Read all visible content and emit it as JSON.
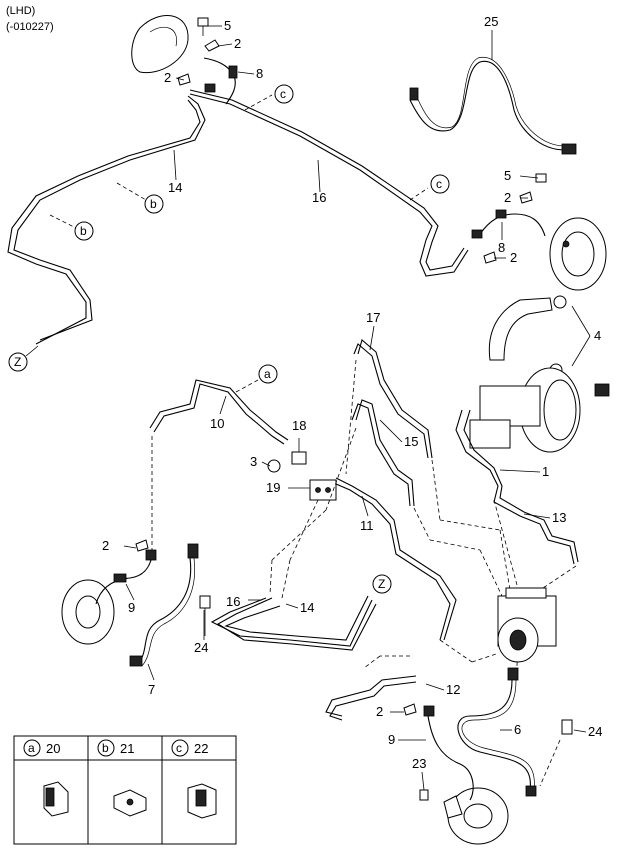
{
  "header": {
    "line1": "(LHD)",
    "line2": "(-010227)"
  },
  "callouts": {
    "c1": "1",
    "c2a": "2",
    "c2b": "2",
    "c2c": "2",
    "c2d": "2",
    "c2e": "2",
    "c2f": "2",
    "c3": "3",
    "c4": "4",
    "c5a": "5",
    "c5b": "5",
    "c6": "6",
    "c7": "7",
    "c8a": "8",
    "c8b": "8",
    "c9a": "9",
    "c9b": "9",
    "c10": "10",
    "c11": "11",
    "c12": "12",
    "c13": "13",
    "c14a": "14",
    "c14b": "14",
    "c15": "15",
    "c16a": "16",
    "c16b": "16",
    "c17": "17",
    "c18": "18",
    "c19": "19",
    "c23": "23",
    "c24a": "24",
    "c24b": "24",
    "c25": "25"
  },
  "refs": {
    "a": "a",
    "b1": "b",
    "b2": "b",
    "c1": "c",
    "c2": "c",
    "z1": "Z",
    "z2": "Z",
    "a2": "a"
  },
  "legend": [
    {
      "letter": "a",
      "part": "20"
    },
    {
      "letter": "b",
      "part": "21"
    },
    {
      "letter": "c",
      "part": "22"
    }
  ]
}
